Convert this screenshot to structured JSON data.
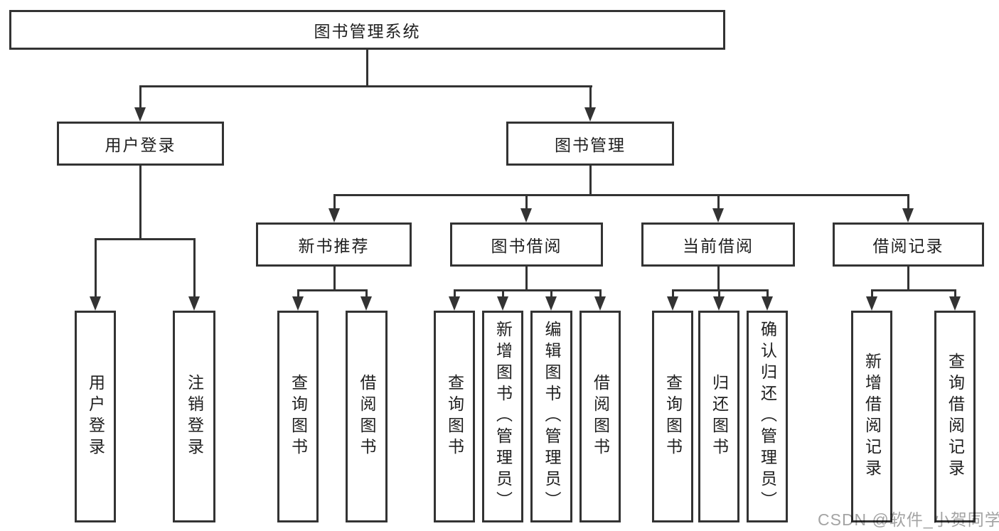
{
  "diagram": {
    "nodes": {
      "root": "图书管理系统",
      "user_login": "用户登录",
      "book_mgmt": "图书管理",
      "new_book_rec": "新书推荐",
      "book_borrow": "图书借阅",
      "current_borrow": "当前借阅",
      "borrow_record": "借阅记录",
      "leaf_user_login": "用户登录",
      "leaf_logout": "注销登录",
      "leaf_rec_query_book": "查询图书",
      "leaf_rec_borrow_book": "借阅图书",
      "leaf_bor_query_book": "查询图书",
      "leaf_bor_add_book": "新增图书（管理员）",
      "leaf_bor_edit_book": "编辑图书（管理员）",
      "leaf_bor_borrow_book": "借阅图书",
      "leaf_cur_query_book": "查询图书",
      "leaf_cur_return_book": "归还图书",
      "leaf_cur_confirm_return": "确认归还（管理员）",
      "leaf_log_add_record": "新增借阅记录",
      "leaf_log_query_record": "查询借阅记录"
    },
    "colors": {
      "line": "#333333",
      "text": "#1f1f1f",
      "background": "#ffffff",
      "watermark": "#969696"
    }
  },
  "watermark": "CSDN @软件_小贺同学"
}
